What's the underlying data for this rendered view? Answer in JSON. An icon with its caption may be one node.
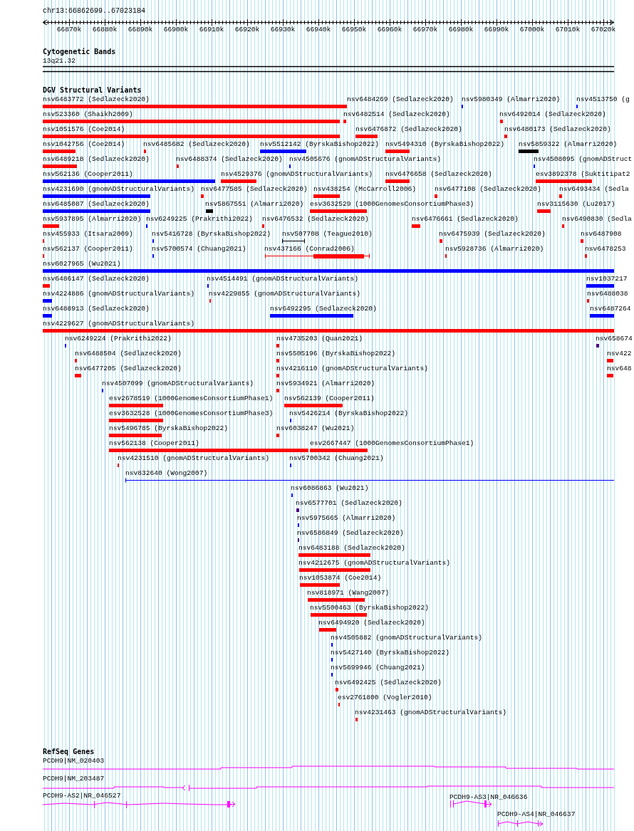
{
  "diagram": {
    "title": "chr13:66862699..67023184",
    "labels": [
      "66870k",
      "66880k",
      "66890k",
      "66900k",
      "66910k",
      "66920k",
      "66930k",
      "66940k",
      "66950k",
      "66960k",
      "66970k",
      "66980k",
      "66990k",
      "67000k",
      "67010k",
      "67020k",
      "Cytogenetic Bands",
      "13q21.32",
      "DGV Structural Variants",
      "nsv6483772 (Sedlazeck2020)",
      "nsv6484269 (Sedlazeck2020)",
      "nsv5980349 (Almarri2020)",
      "nsv4513750 (g",
      "nsv523360 (Shaikh2009)",
      "nsv6482514 (Sedlazeck2020)",
      "nsv6492014 (Sedlazeck2020)",
      "nsv1051576 (Coe2014)",
      "nsv6476872 (Sedlazeck2020)",
      "nsv6480173 (Sedlazeck2020)",
      "nsv1042756 (Coe2014)",
      "nsv6485682 (Sedlazeck2020)",
      "nsv5512142 (ByrskaBishop2022)",
      "nsv5494310 (ByrskaBishop2022)",
      "nsv5859322 (Almarri2020)",
      "nsv6489218 (Sedlazeck2020)",
      "nsv6488374 (Sedlazeck2020)",
      "nsv4505676 (gnomADStructuralVariants)",
      "nsv4508095 (gnomADStruct",
      "nsv562136 (Cooper2011)",
      "nsv4529376 (gnomADStructuralVariants)",
      "nsv6476658 (Sedlazeck2020)",
      "esv3892378 (Suktitipat2",
      "nsv4231690 (gnomADStructuralVariants)",
      "nsv6477585 (Sedlazeck2020)",
      "nsv438254 (McCarroll2006)",
      "nsv6477108 (Sedlazeck2020)",
      "nsv6493434 (Sedla",
      "nsv6485087 (Sedlazeck2020)",
      "nsv5867551 (Almarri2020)",
      "esv3632529 (1000GenomesConsortiumPhase3)",
      "nsv3115630 (Lu2017)",
      "nsv5937895 (Almarri2020)",
      "nsv6249225 (Prakrithi2022)",
      "nsv6476532 (Sedlazeck2020)",
      "nsv6476661 (Sedlazeck2020)",
      "nsv6490830 (Sedla",
      "nsv455933 (Itsara2009)",
      "nsv5416728 (ByrskaBishop2022)",
      "nsv507708 (Teague2010)",
      "nsv6475939 (Sedlazeck2020)",
      "nsv6487908",
      "nsv562137 (Cooper2011)",
      "nsv5700574 (Chuang2021)",
      "nsv437166 (Conrad2006)",
      "nsv5928736 (Almarri2020)",
      "nsv6478253",
      "nsv6027965 (Wu2021)",
      "nsv6486147 (Sedlazeck2020)",
      "nsv4514491 (gnomADStructuralVariants)",
      "nsv1037217",
      "nsv4224886 (gnomADStructuralVariants)",
      "nsv4229855 (gnomADStructuralVariants)",
      "nsv6488038",
      "nsv6488913 (Sedlazeck2020)",
      "nsv6492295 (Sedlazeck2020)",
      "nsv6487264",
      "nsv4229627 (gnomADStructuralVariants)",
      "nsv6249224 (Prakrithi2022)",
      "nsv4735203 (Quan2021)",
      "nsv658674",
      "nsv6488504 (Sedlazeck2020)",
      "nsv5505196 (ByrskaBishop2022)",
      "nsv422",
      "nsv6477205 (Sedlazeck2020)",
      "nsv4216110 (gnomADStructuralVariants)",
      "nsv648",
      "nsv4507099 (gnomADStructuralVariants)",
      "nsv5934921 (Almarri2020)",
      "esv2678519 (1000GenomesConsortiumPhase1)",
      "nsv562139 (Cooper2011)",
      "esv3632528 (1000GenomesConsortiumPhase3)",
      "nsv5426214 (ByrskaBishop2022)",
      "nsv5496785 (ByrskaBishop2022)",
      "nsv6038247 (Wu2021)",
      "nsv562138 (Cooper2011)",
      "esv2667447 (1000GenomesConsortiumPhase1)",
      "nsv4231510 (gnomADStructuralVariants)",
      "nsv5700342 (Chuang2021)",
      "nsv832640 (Wong2007)",
      "nsv6086863 (Wu2021)",
      "nsv6577701 (Sedlazeck2020)",
      "nsv5975665 (Almarri2020)",
      "nsv6586849 (Sedlazeck2020)",
      "nsv6483188 (Sedlazeck2020)",
      "nsv4212675 (gnomADStructuralVariants)",
      "nsv1053874 (Coe2014)",
      "nsv818971 (Wang2007)",
      "nsv5500463 (ByrskaBishop2022)",
      "nsv6494920 (Sedlazeck2020)",
      "nsv4505882 (gnomADStructuralVariants)",
      "nsv5427140 (ByrskaBishop2022)",
      "nsv5699946 (Chuang2021)",
      "nsv6492425 (Sedlazeck2020)",
      "esv2761800 (Vogler2010)",
      "nsv4231463 (gnomADStructuralVariants)",
      "RefSeq Genes",
      "PCDH9|NM_020403",
      "PCDH9|NM_203487",
      "PCDH9-AS2|NR_046527",
      "PCDH9-AS3|NR_046636",
      "PCDH9-AS4|NR_046637"
    ]
  }
}
